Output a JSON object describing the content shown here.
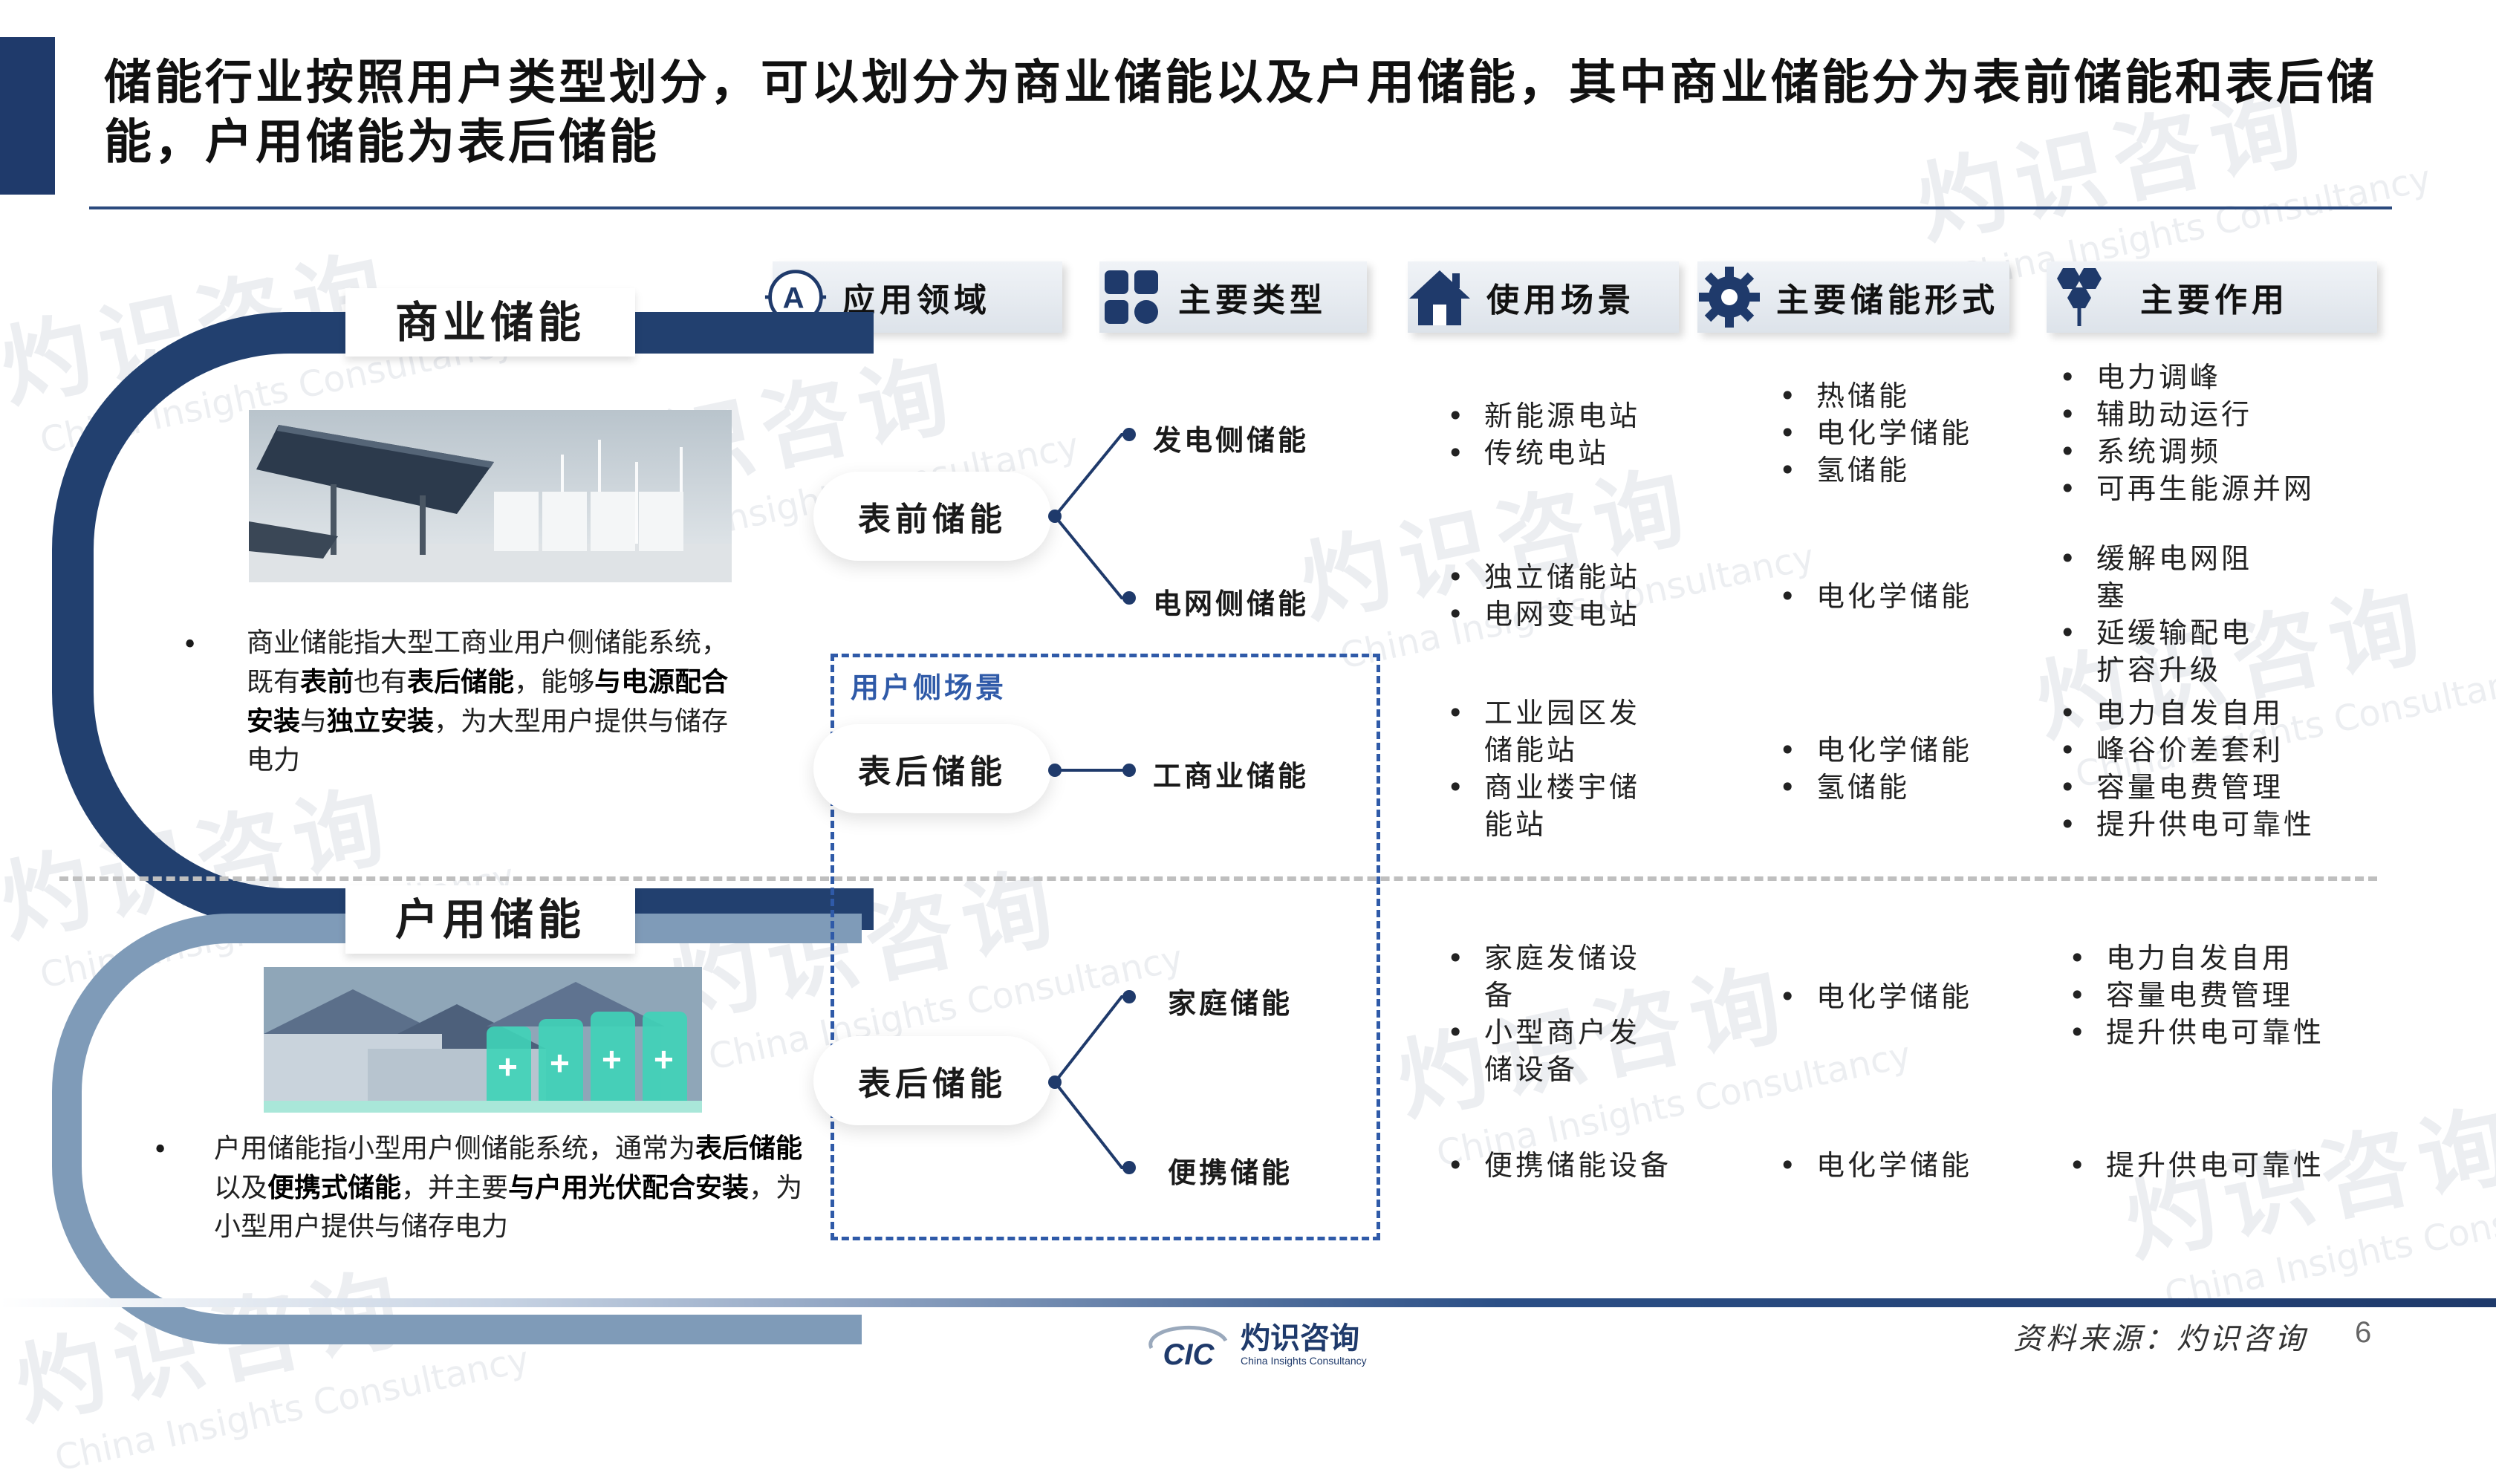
{
  "title": "储能行业按照用户类型划分，可以划分为商业储能以及户用储能，其中商业储能分为表前储能和表后储能，户用储能为表后储能",
  "watermark": {
    "cn": "灼识咨询",
    "en": "China Insights Consultancy",
    "mark": "CIC"
  },
  "headers": [
    "应用领域",
    "主要类型",
    "使用场景",
    "主要储能形式",
    "主要作用"
  ],
  "icons": {
    "domain": "circled-a-icon",
    "type": "grid-squares-icon",
    "scenario": "house-icon",
    "form": "gear-icon",
    "role": "hexagon-cluster-icon"
  },
  "commercial": {
    "label": "商业储能",
    "desc_parts": [
      "商业储能指大型工商业用户侧储能系统，既有",
      "表前",
      "也有",
      "表后储能",
      "，能够",
      "与电源配合安装",
      "与",
      "独立安装",
      "，为大型用户提供与储存电力"
    ]
  },
  "household": {
    "label": "户用储能",
    "desc_parts": [
      "户用储能指小型用户侧储能系统，通常为",
      "表后储能",
      "以及",
      "便携式储能",
      "，并主要",
      "与户用光伏配合安装",
      "，为小型用户提供与储存电力"
    ]
  },
  "user_side_label": "用户侧场景",
  "types": {
    "front": "表前储能",
    "behind1": "表后储能",
    "behind2": "表后储能"
  },
  "subtypes": {
    "gen": "发电侧储能",
    "grid": "电网侧储能",
    "ci": "工商业储能",
    "home": "家庭储能",
    "portable": "便携储能"
  },
  "scenarios": {
    "gen": [
      "新能源电站",
      "传统电站"
    ],
    "grid": [
      "独立储能站",
      "电网变电站"
    ],
    "ci": [
      "工业园区发储能站",
      "商业楼宇储能站"
    ],
    "home": [
      "家庭发储设备",
      "小型商户发储设备"
    ],
    "portable": [
      "便携储能设备"
    ]
  },
  "forms": {
    "gen": [
      "热储能",
      "电化学储能",
      "氢储能"
    ],
    "grid": [
      "电化学储能"
    ],
    "ci": [
      "电化学储能",
      "氢储能"
    ],
    "home": [
      "电化学储能"
    ],
    "portable": [
      "电化学储能"
    ]
  },
  "roles": {
    "gen": [
      "电力调峰",
      "辅助动运行",
      "系统调频",
      "可再生能源并网"
    ],
    "grid": [
      "缓解电网阻塞",
      "延缓输配电扩容升级"
    ],
    "ci": [
      "电力自发自用",
      "峰谷价差套利",
      "容量电费管理",
      "提升供电可靠性"
    ],
    "home": [
      "电力自发自用",
      "容量电费管理",
      "提升供电可靠性"
    ],
    "portable": [
      "提升供电可靠性"
    ]
  },
  "footer": {
    "source": "资料来源：灼识咨询",
    "page": "6",
    "logo_cn": "灼识咨询",
    "logo_en": "China Insights Consultancy",
    "logo_mark": "CIC"
  }
}
